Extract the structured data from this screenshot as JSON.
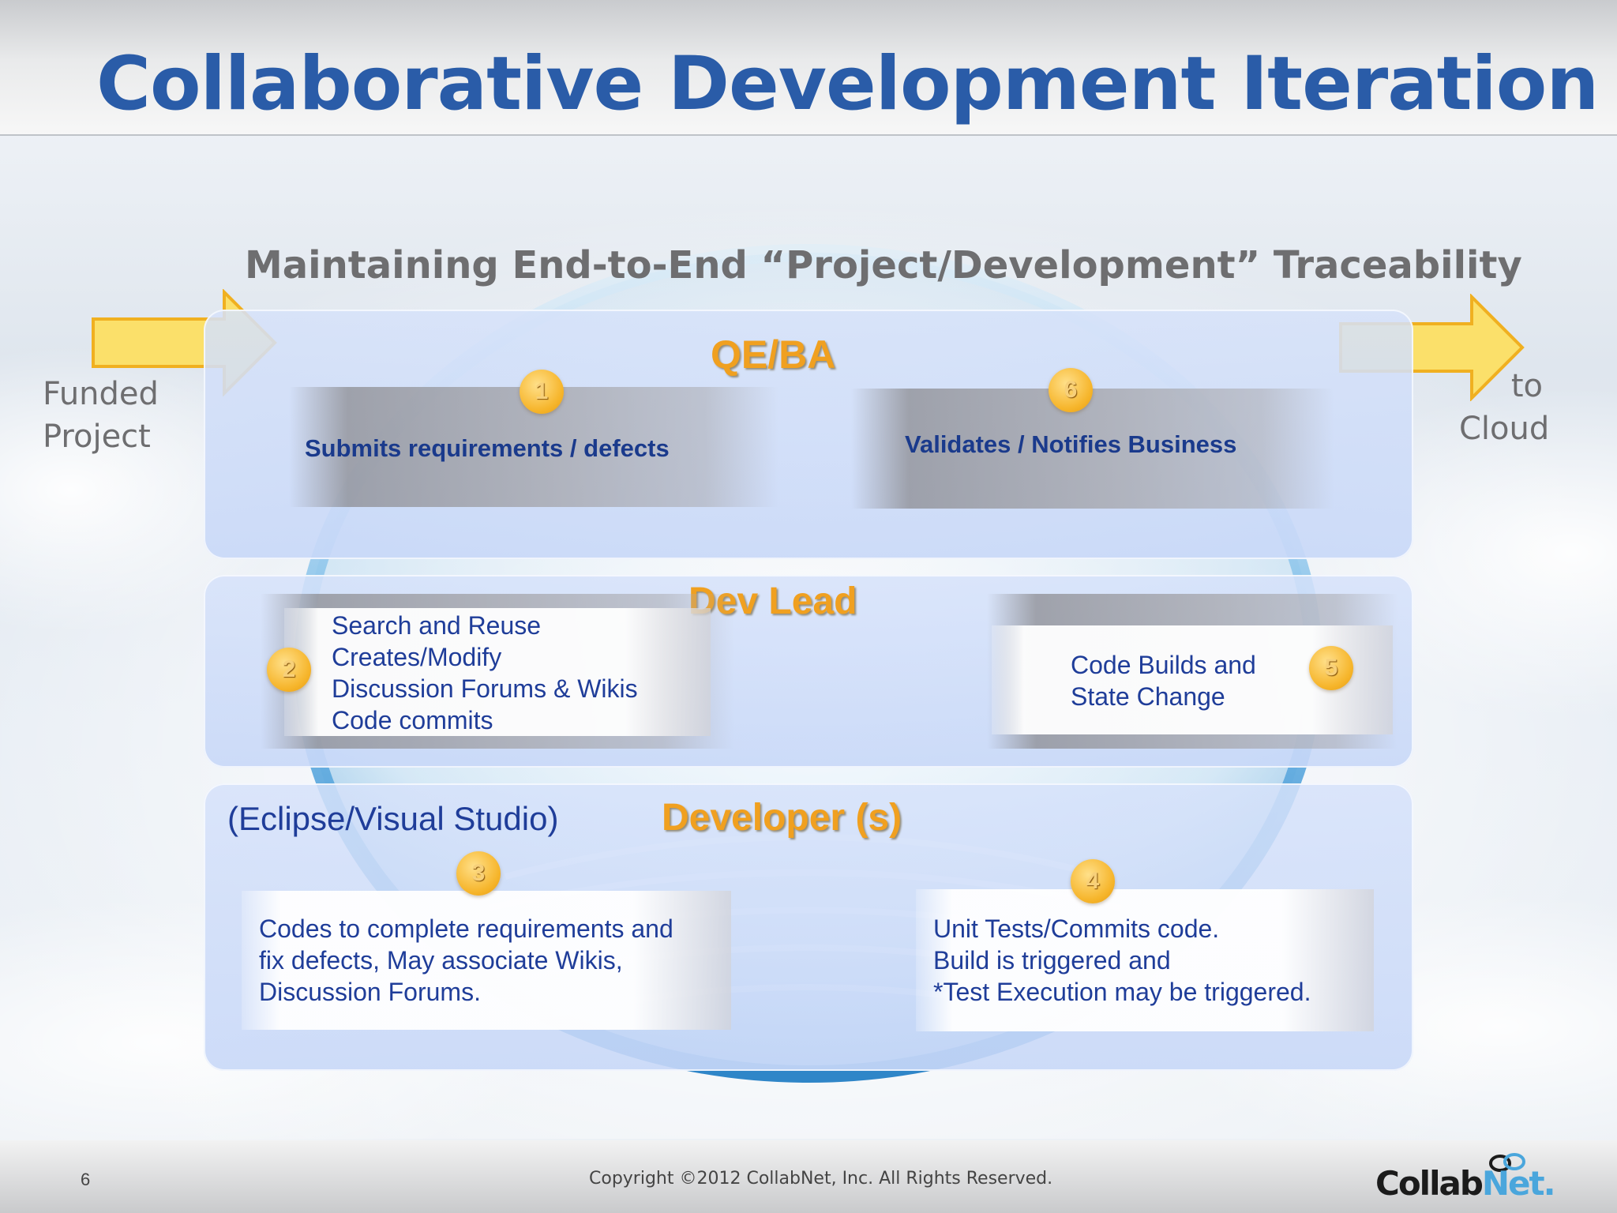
{
  "slide": {
    "title": "Collaborative Development Iteration",
    "subtitle": "Maintaining End-to-End “Project/Development” Traceability",
    "left_label_line1": "Funded",
    "left_label_line2": "Project",
    "right_label_line1": "to",
    "right_label_line2": "Cloud"
  },
  "lanes": {
    "qeba": {
      "title": "QE/BA",
      "step1": {
        "num": "1",
        "text": "Submits requirements / defects"
      },
      "step6": {
        "num": "6",
        "text": "Validates / Notifies Business"
      }
    },
    "devlead": {
      "title": "Dev Lead",
      "step2": {
        "num": "2",
        "lines": [
          "Search and Reuse",
          "Creates/Modify",
          "Discussion Forums  & Wikis",
          "Code commits"
        ]
      },
      "step5": {
        "num": "5",
        "lines": [
          "Code Builds and",
          "State Change"
        ]
      }
    },
    "developer": {
      "title": "Developer (s)",
      "ide": "(Eclipse/Visual Studio)",
      "step3": {
        "num": "3",
        "lines": [
          "Codes to complete requirements and",
          "fix defects, May associate Wikis,",
          "Discussion Forums."
        ]
      },
      "step4": {
        "num": "4",
        "lines": [
          "Unit Tests/Commits code.",
          "Build is triggered and",
          "*Test Execution may be triggered."
        ]
      }
    }
  },
  "footer": {
    "page_number": "6",
    "copyright": "Copyright ©2012 CollabNet, Inc.  All Rights Reserved.",
    "logo_part1": "Collab",
    "logo_part2": "Net."
  },
  "colors": {
    "title": "#2a5ca8",
    "lane_title": "#f0a020",
    "task_text": "#1f3d99",
    "arrow_fill": "#fbe06a",
    "arrow_stroke": "#f0b020",
    "loop_ring": "#6fb6e6"
  }
}
